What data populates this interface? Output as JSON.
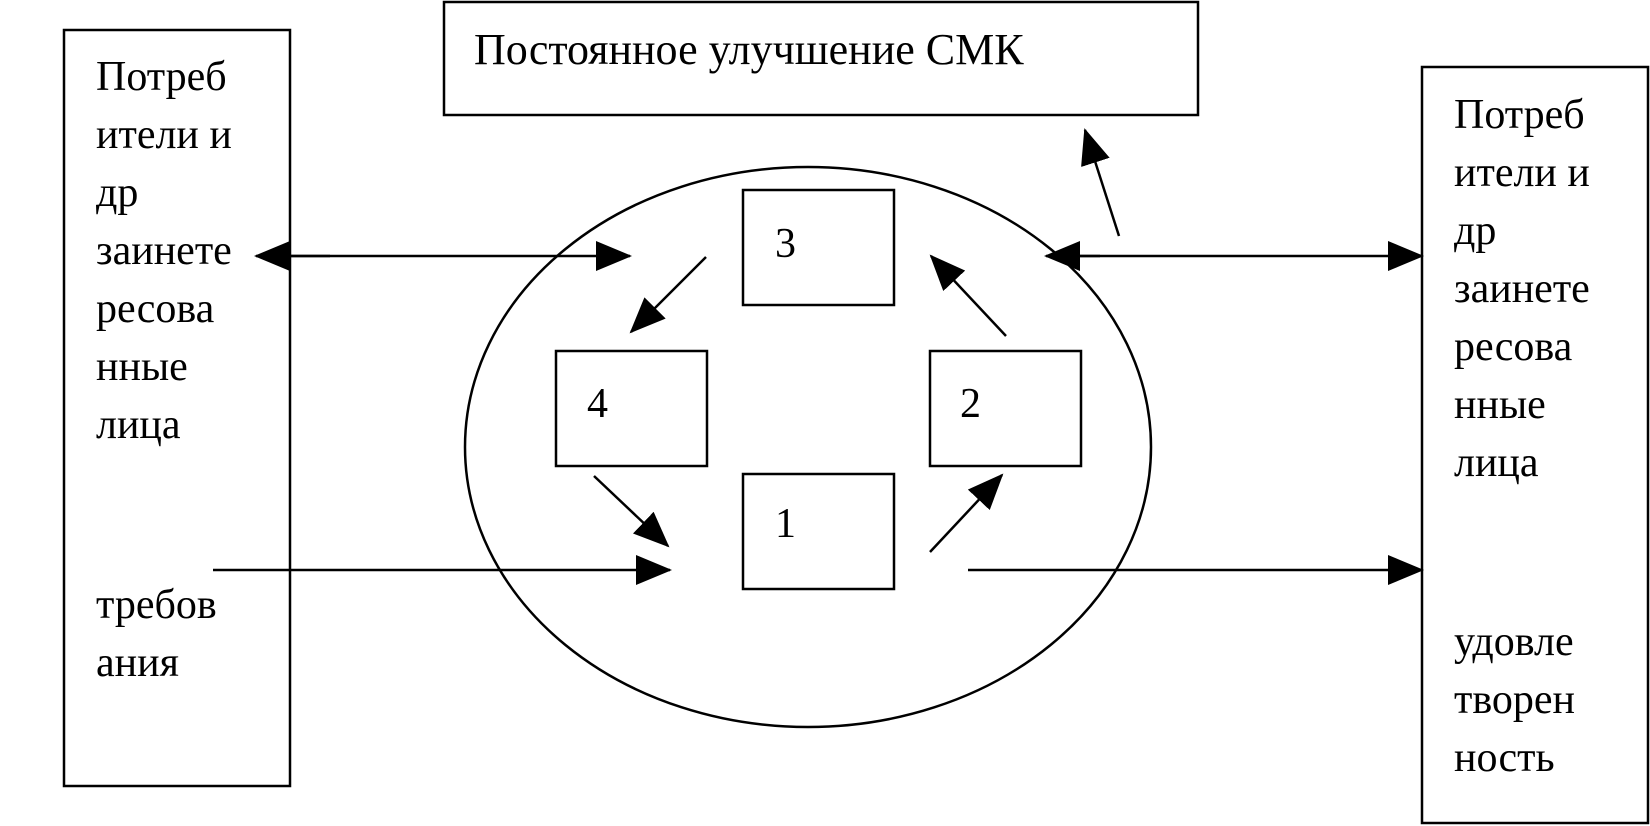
{
  "top_box": {
    "text": "Постоянное улучшение СМК"
  },
  "left_box": {
    "lines": [
      "Потреб",
      "ители и",
      "др",
      "заинете",
      "ресова",
      "нные",
      "лица"
    ],
    "bottom_lines": [
      "требов",
      "ания"
    ]
  },
  "right_box": {
    "lines": [
      "Потреб",
      "ители и",
      "др",
      "заинете",
      "ресова",
      "нные",
      "лица"
    ],
    "bottom_lines": [
      "удовле",
      "творен",
      "ность"
    ]
  },
  "process_boxes": [
    {
      "id": "box-1",
      "label": "1"
    },
    {
      "id": "box-2",
      "label": "2"
    },
    {
      "id": "box-3",
      "label": "3"
    },
    {
      "id": "box-4",
      "label": "4"
    }
  ],
  "colors": {
    "stroke": "#000000",
    "background": "#ffffff"
  }
}
